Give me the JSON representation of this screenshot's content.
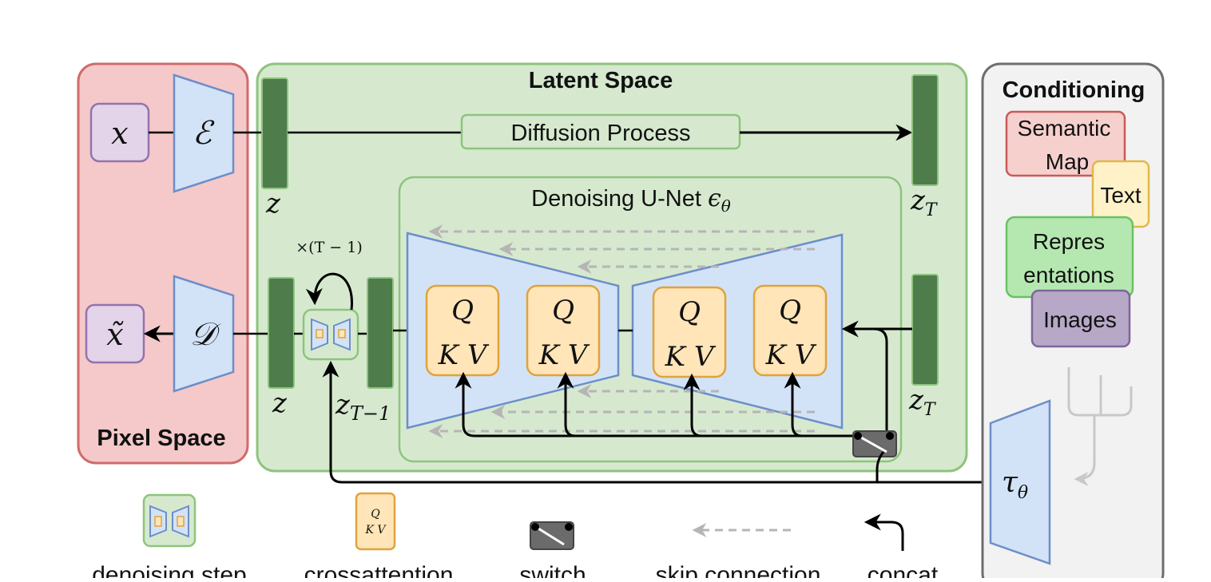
{
  "regions": {
    "pixel_space": "Pixel Space",
    "latent_space": "Latent Space",
    "conditioning": "Conditioning"
  },
  "pixel": {
    "x": "x",
    "x_tilde": "x̃",
    "encoder": "ℰ",
    "decoder": "𝒟"
  },
  "latent": {
    "diffusion_process": "Diffusion Process",
    "z_top": "z",
    "zT_top": {
      "base": "z",
      "sub": "T"
    },
    "z_bottom": "z",
    "zT1": {
      "base": "z",
      "sub": "T−1"
    },
    "zT_bottom": {
      "base": "z",
      "sub": "T"
    },
    "repeat_label": "×(T − 1)"
  },
  "unet": {
    "title": "Denoising U-Net ",
    "epsilon": {
      "base": "ϵ",
      "sub": "θ"
    },
    "blocks": [
      {
        "q": "Q",
        "kv": "K V"
      },
      {
        "q": "Q",
        "kv": "K V"
      },
      {
        "q": "Q",
        "kv": "K V"
      },
      {
        "q": "Q",
        "kv": "K V"
      }
    ]
  },
  "conditioning_items": {
    "semantic_map": [
      "Semantic",
      "Map"
    ],
    "text": "Text",
    "representations": [
      "Repres",
      "entations"
    ],
    "images": "Images",
    "tau": {
      "base": "τ",
      "sub": "θ"
    }
  },
  "legend": {
    "denoising_step": "denoising step",
    "crossattention": "crossattention",
    "switch": "switch",
    "skip_connection": "skip connection",
    "concat": "concat",
    "mini_q": "Q",
    "mini_kv": "K V"
  },
  "colors": {
    "pixel_fill": "#f5c9c9",
    "pixel_stroke": "#d06b6b",
    "latent_fill": "#d6e9cf",
    "latent_stroke": "#8dc47d",
    "cond_fill": "#f2f2f2",
    "cond_stroke": "#6d6d6d",
    "trapezoid_fill": "#d3e3f7",
    "trapezoid_stroke": "#6d8ec9",
    "bar_fill": "#4e7c4b",
    "qkv_fill": "#ffe5b8",
    "qkv_stroke": "#e0a33b",
    "x_fill": "#e3d4ea",
    "x_stroke": "#9473ae",
    "semantic_fill": "#f6d0cd",
    "semantic_stroke": "#c95a5a",
    "text_fill": "#fff2c9",
    "text_stroke": "#e0b84a",
    "rep_fill": "#b4e8b0",
    "rep_stroke": "#6cc065",
    "images_fill": "#b7a8c7",
    "images_stroke": "#7e659c",
    "skip_color": "#b0b0b0",
    "switch_fill": "#6b6b6b"
  }
}
